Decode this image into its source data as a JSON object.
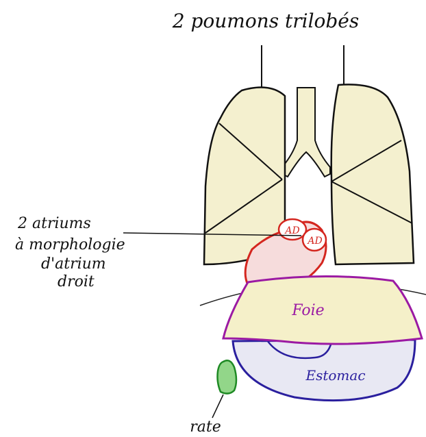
{
  "title": "2 poumons trilobés",
  "labels": {
    "atrium_line1": "2 atriums",
    "atrium_line2": "à morphologie",
    "atrium_line3": "d'atrium",
    "atrium_line4": "droit",
    "ad_left": "AD",
    "ad_right": "AD",
    "liver": "Foie",
    "stomach": "Estomac",
    "spleen": "rate"
  },
  "colors": {
    "lung_fill": "#f4f0cf",
    "outline": "#111111",
    "heart_stroke": "#d4261f",
    "heart_fill": "#f6dcdc",
    "liver_stroke": "#9b1aa3",
    "liver_fill": "#f5f0c9",
    "stomach_stroke": "#2a1f9e",
    "stomach_fill": "#e8e8f3",
    "spleen_stroke": "#1e8a24",
    "spleen_fill": "#92d689",
    "paper": "#ffffff"
  }
}
